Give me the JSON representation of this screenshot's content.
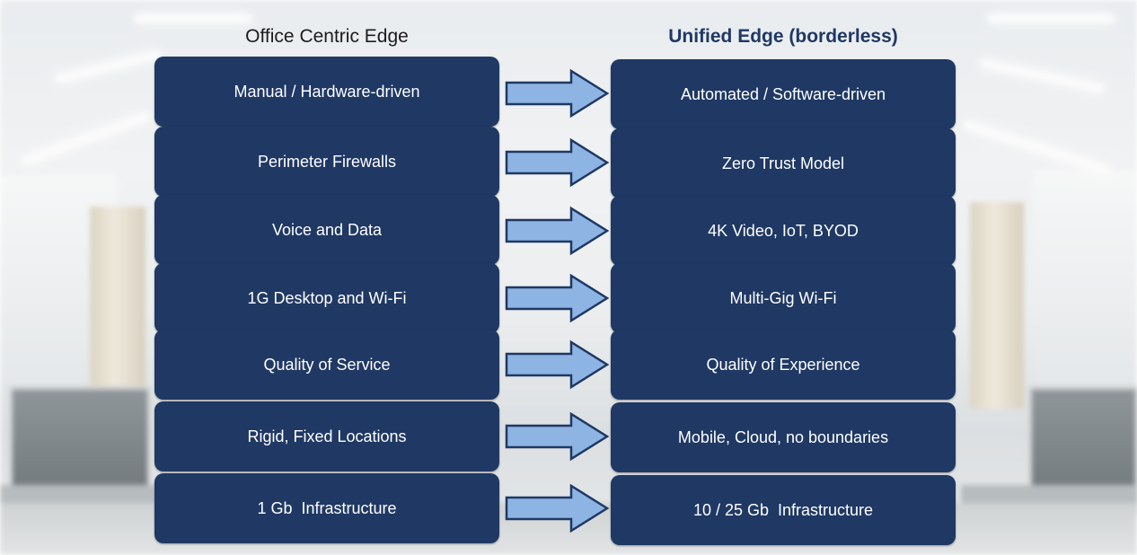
{
  "left_column": {
    "title": "Office Centric Edge",
    "items": [
      "Manual / Hardware-driven",
      "Perimeter Firewalls",
      "Voice and Data",
      "1G Desktop and Wi-Fi",
      "Quality of Service",
      "Rigid, Fixed Locations",
      "1 Gb  Infrastructure"
    ]
  },
  "right_column": {
    "title": "Unified Edge (borderless)",
    "items": [
      "Automated / Software-driven",
      "Zero Trust Model",
      "4K Video, IoT, BYOD",
      "Multi-Gig Wi-Fi",
      "Quality of Experience",
      "Mobile, Cloud, no boundaries",
      "10 / 25 Gb  Infrastructure"
    ]
  },
  "colors": {
    "box_fill": "#1f3864",
    "box_text": "#ffffff",
    "arrow_fill": "#8db4e2",
    "arrow_stroke": "#1f3864",
    "right_title": "#1f3864",
    "left_title": "#1c1c1c"
  }
}
